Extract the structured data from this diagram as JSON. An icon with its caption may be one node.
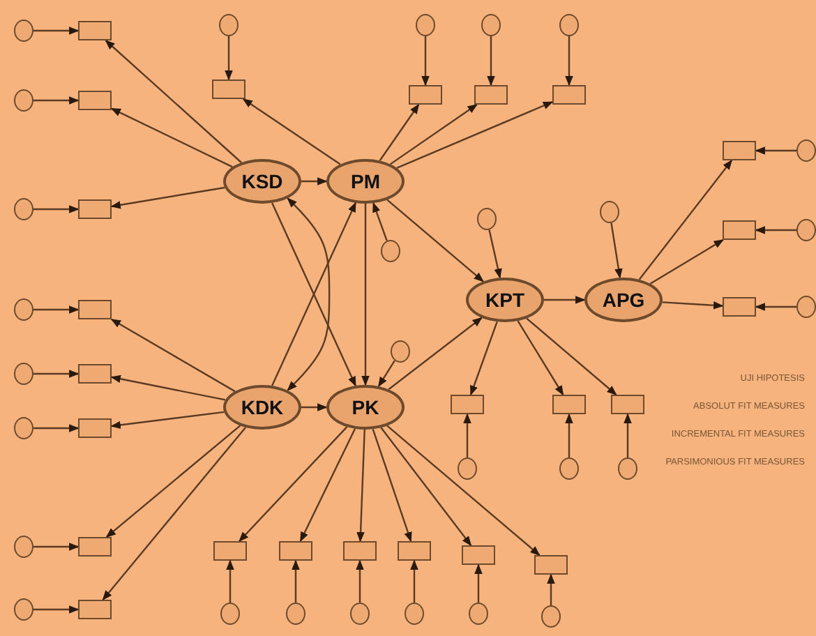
{
  "diagram": {
    "nodes": [
      {
        "text": [
          "KSD"
        ]
      },
      {
        "text": [
          "PM"
        ]
      },
      {
        "text": [
          "KDK"
        ]
      },
      {
        "text": [
          "PK"
        ]
      },
      {
        "text": [
          "KPT"
        ]
      },
      {
        "text": [
          "APG"
        ]
      },
      {
        "text": [],
        "shape": "circle"
      },
      {
        "text": [],
        "shape": "circle"
      },
      {
        "text": [],
        "shape": "circle"
      },
      {
        "text": [],
        "shape": "circle"
      },
      {
        "text": [],
        "shape": "box"
      },
      {
        "text": [],
        "shape": "box"
      },
      {
        "text": [],
        "shape": "box"
      },
      {
        "text": [],
        "shape": "circle"
      },
      {
        "text": [],
        "shape": "circle"
      },
      {
        "text": [],
        "shape": "circle"
      },
      {
        "text": [],
        "shape": "box"
      },
      {
        "text": [],
        "shape": "box"
      },
      {
        "text": [],
        "shape": "box"
      },
      {
        "text": [],
        "shape": "box"
      },
      {
        "text": [],
        "shape": "circle"
      },
      {
        "text": [],
        "shape": "circle"
      },
      {
        "text": [],
        "shape": "circle"
      },
      {
        "text": [],
        "shape": "circle"
      },
      {
        "text": [],
        "shape": "box"
      },
      {
        "text": [],
        "shape": "box"
      },
      {
        "text": [],
        "shape": "box"
      },
      {
        "text": [],
        "shape": "circle"
      },
      {
        "text": [],
        "shape": "circle"
      },
      {
        "text": [],
        "shape": "circle"
      },
      {
        "text": [],
        "shape": "box"
      },
      {
        "text": [],
        "shape": "box"
      },
      {
        "text": [],
        "shape": "box"
      },
      {
        "text": [],
        "shape": "circle"
      },
      {
        "text": [],
        "shape": "circle"
      },
      {
        "text": [],
        "shape": "circle"
      },
      {
        "text": [],
        "shape": "box"
      },
      {
        "text": [],
        "shape": "box"
      },
      {
        "text": [],
        "shape": "box"
      },
      {
        "text": [],
        "shape": "box"
      },
      {
        "text": [],
        "shape": "box"
      },
      {
        "text": [],
        "shape": "circle"
      },
      {
        "text": [],
        "shape": "circle"
      },
      {
        "text": [],
        "shape": "circle"
      },
      {
        "text": [],
        "shape": "circle"
      },
      {
        "text": [],
        "shape": "circle"
      },
      {
        "text": [],
        "shape": "box"
      },
      {
        "text": [],
        "shape": "box"
      },
      {
        "text": [],
        "shape": "box"
      },
      {
        "text": [],
        "shape": "box"
      },
      {
        "text": [],
        "shape": "box"
      },
      {
        "text": [],
        "shape": "box"
      },
      {
        "text": [],
        "shape": "circle"
      },
      {
        "text": [],
        "shape": "circle"
      },
      {
        "text": [],
        "shape": "circle"
      },
      {
        "text": [],
        "shape": "circle"
      },
      {
        "text": [],
        "shape": "circle"
      },
      {
        "text": [],
        "shape": "circle"
      }
    ],
    "edges": [
      {
        "from": 0,
        "to": 1,
        "arrow": "to"
      },
      {
        "from": 2,
        "to": 3,
        "arrow": "to"
      },
      {
        "from": 1,
        "to": 4,
        "arrow": "to"
      },
      {
        "from": 3,
        "to": 4,
        "arrow": "to"
      },
      {
        "from": 4,
        "to": 5,
        "arrow": "to"
      },
      {
        "from": 0,
        "to": 3,
        "arrow": "to"
      },
      {
        "from": 1,
        "to": 3,
        "arrow": "to"
      },
      {
        "from": 2,
        "to": 1,
        "arrow": "to"
      },
      {
        "from": 0,
        "to": 2,
        "arrow": "both"
      },
      {
        "from": 6,
        "to": 1,
        "arrow": "to"
      },
      {
        "from": 7,
        "to": 3,
        "arrow": "to"
      },
      {
        "from": 8,
        "to": 4,
        "arrow": "to"
      },
      {
        "from": 9,
        "to": 5,
        "arrow": "to"
      },
      {
        "from": 0,
        "to": 10,
        "arrow": "to"
      },
      {
        "from": 0,
        "to": 11,
        "arrow": "to"
      },
      {
        "from": 0,
        "to": 12,
        "arrow": "to"
      },
      {
        "from": 13,
        "to": 10,
        "arrow": "to"
      },
      {
        "from": 14,
        "to": 11,
        "arrow": "to"
      },
      {
        "from": 15,
        "to": 12,
        "arrow": "to"
      },
      {
        "from": 1,
        "to": 16,
        "arrow": "to"
      },
      {
        "from": 1,
        "to": 17,
        "arrow": "to"
      },
      {
        "from": 1,
        "to": 18,
        "arrow": "to"
      },
      {
        "from": 1,
        "to": 19,
        "arrow": "to"
      },
      {
        "from": 20,
        "to": 16,
        "arrow": "to"
      },
      {
        "from": 21,
        "to": 17,
        "arrow": "to"
      },
      {
        "from": 22,
        "to": 18,
        "arrow": "to"
      },
      {
        "from": 23,
        "to": 19,
        "arrow": "to"
      },
      {
        "from": 5,
        "to": 24,
        "arrow": "to"
      },
      {
        "from": 5,
        "to": 25,
        "arrow": "to"
      },
      {
        "from": 5,
        "to": 26,
        "arrow": "to"
      },
      {
        "from": 27,
        "to": 24,
        "arrow": "to"
      },
      {
        "from": 28,
        "to": 25,
        "arrow": "to"
      },
      {
        "from": 29,
        "to": 26,
        "arrow": "to"
      },
      {
        "from": 4,
        "to": 30,
        "arrow": "to"
      },
      {
        "from": 4,
        "to": 31,
        "arrow": "to"
      },
      {
        "from": 4,
        "to": 32,
        "arrow": "to"
      },
      {
        "from": 33,
        "to": 30,
        "arrow": "to"
      },
      {
        "from": 34,
        "to": 31,
        "arrow": "to"
      },
      {
        "from": 35,
        "to": 32,
        "arrow": "to"
      },
      {
        "from": 2,
        "to": 36,
        "arrow": "to"
      },
      {
        "from": 2,
        "to": 37,
        "arrow": "to"
      },
      {
        "from": 2,
        "to": 38,
        "arrow": "to"
      },
      {
        "from": 2,
        "to": 39,
        "arrow": "to"
      },
      {
        "from": 2,
        "to": 40,
        "arrow": "to"
      },
      {
        "from": 41,
        "to": 36,
        "arrow": "to"
      },
      {
        "from": 42,
        "to": 37,
        "arrow": "to"
      },
      {
        "from": 43,
        "to": 38,
        "arrow": "to"
      },
      {
        "from": 44,
        "to": 39,
        "arrow": "to"
      },
      {
        "from": 45,
        "to": 40,
        "arrow": "to"
      },
      {
        "from": 3,
        "to": 46,
        "arrow": "to"
      },
      {
        "from": 3,
        "to": 47,
        "arrow": "to"
      },
      {
        "from": 3,
        "to": 48,
        "arrow": "to"
      },
      {
        "from": 3,
        "to": 49,
        "arrow": "to"
      },
      {
        "from": 3,
        "to": 50,
        "arrow": "to"
      },
      {
        "from": 3,
        "to": 51,
        "arrow": "to"
      },
      {
        "from": 52,
        "to": 46,
        "arrow": "to"
      },
      {
        "from": 53,
        "to": 47,
        "arrow": "to"
      },
      {
        "from": 54,
        "to": 48,
        "arrow": "to"
      },
      {
        "from": 55,
        "to": 49,
        "arrow": "to"
      },
      {
        "from": 56,
        "to": 50,
        "arrow": "to"
      },
      {
        "from": 57,
        "to": 51,
        "arrow": "to"
      }
    ],
    "labels": [
      "UJI HIPOTESIS",
      "ABSOLUT FIT MEASURES",
      "INCREMENTAL FIT MEASURES",
      "PARSIMONIOUS FIT MEASURES"
    ]
  }
}
